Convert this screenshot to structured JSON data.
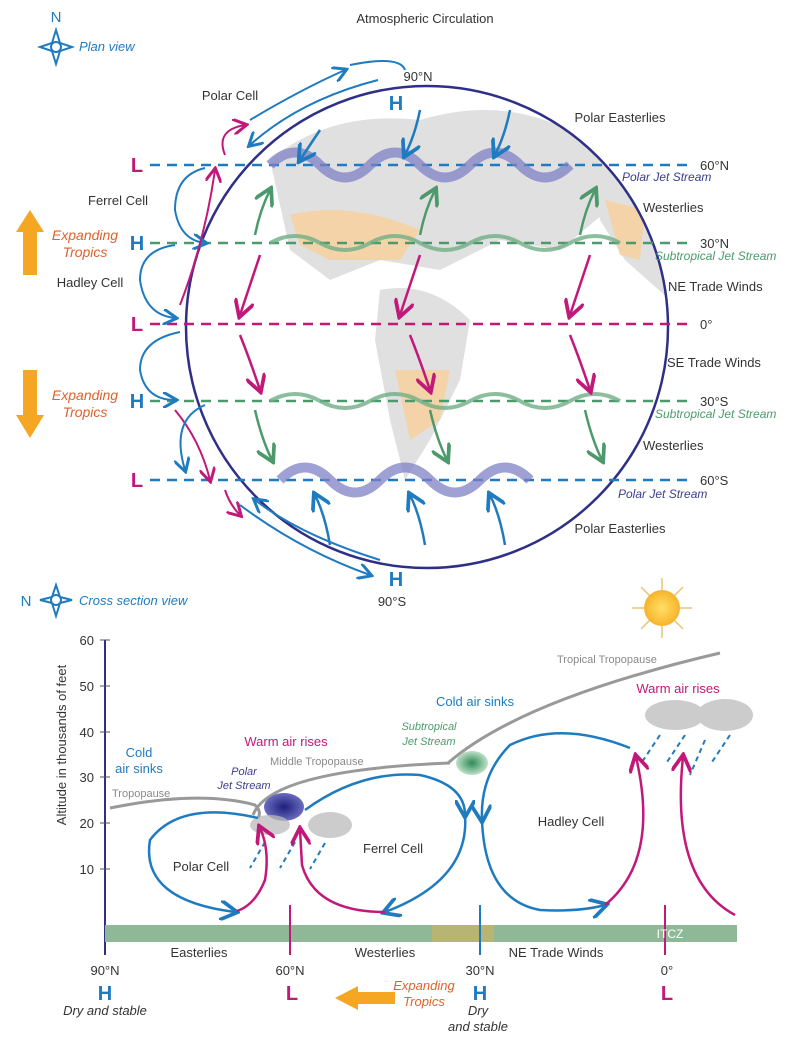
{
  "title": "Atmospheric Circulation",
  "colors": {
    "blue": "#1f7bbf",
    "magenta": "#c2187a",
    "green": "#4c9a6b",
    "navy": "#2e2f86",
    "orange": "#f5a623",
    "ground": "#8fb896"
  },
  "plan_view": {
    "compass_north": "N",
    "view_label": "Plan view",
    "pole_north": "90°N",
    "pole_south": "90°S",
    "high": "H",
    "low": "L",
    "latitudes": [
      "60°N",
      "30°N",
      "0°",
      "30°S",
      "60°S"
    ],
    "cells": [
      "Polar Cell",
      "Ferrel Cell",
      "Hadley Cell"
    ],
    "expanding_tropics": [
      "Expanding",
      "Tropics"
    ],
    "winds": [
      "Polar Easterlies",
      "Westerlies",
      "NE Trade Winds",
      "SE Trade Winds",
      "Westerlies",
      "Polar Easterlies"
    ],
    "jets": {
      "polar": "Polar Jet Stream",
      "subtropical": "Subtropical Jet Stream"
    }
  },
  "cross_section": {
    "compass_north": "N",
    "view_label": "Cross section view",
    "y_axis_label": "Altitude in thousands of feet",
    "y_ticks": [
      "60",
      "50",
      "40",
      "30",
      "20",
      "10"
    ],
    "tropopause": "Tropopause",
    "middle_tropopause": "Middle Tropopause",
    "tropical_tropopause": "Tropical Tropopause",
    "cold_air_sinks_1": [
      "Cold",
      "air sinks"
    ],
    "cold_air_sinks_2": "Cold air sinks",
    "warm_air_rises_1": "Warm air rises",
    "warm_air_rises_2": "Warm air rises",
    "polar_jet": [
      "Polar",
      "Jet Stream"
    ],
    "subtropical_jet": [
      "Subtropical",
      "Jet Stream"
    ],
    "cells": [
      "Polar Cell",
      "Ferrel Cell",
      "Hadley Cell"
    ],
    "surface_winds": [
      "Easterlies",
      "Westerlies",
      "NE Trade Winds"
    ],
    "itcz": "ITCZ",
    "latitudes": [
      "90°N",
      "60°N",
      "30°N",
      "0°"
    ],
    "pressure": [
      "H",
      "L",
      "H",
      "L"
    ],
    "dry_stable_1": "Dry and stable",
    "dry_stable_2": [
      "Dry",
      "and stable"
    ],
    "expanding_tropics": [
      "Expanding",
      "Tropics"
    ]
  }
}
